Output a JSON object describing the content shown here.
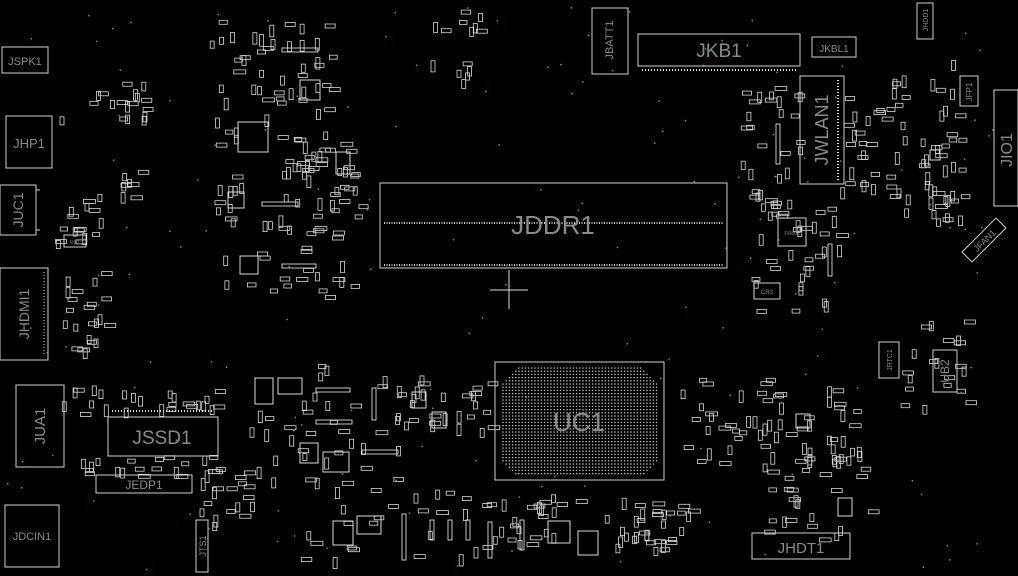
{
  "board": {
    "background": "#000000",
    "outline_color": "#cfcfcf",
    "label_color": "#8a8a8a",
    "via_color": "#1aa3a3"
  },
  "components": {
    "jspk1": "JSPK1",
    "jhp1": "JHP1",
    "juc1": "JUC1",
    "jhdmi1": "JHDMI1",
    "jua1": "JUA1",
    "jdcin1": "JDCIN1",
    "jssd1": "JSSD1",
    "jedp1": "JEDP1",
    "jts1": "JTS1",
    "jbatt1": "JBATT1",
    "jkb1": "JKB1",
    "jkbl1": "JKBL1",
    "jhdd1": "JHDD1",
    "jfp1": "JFP1",
    "jwlan1": "JWLAN1",
    "jio1": "JIO1",
    "jfan1": "JFAN1",
    "jddr1": "JDDR1",
    "uc1": "UC1",
    "jrtc1": "JRTC1",
    "ub2": "UB2",
    "jhdt1": "JHDT1",
    "uu1": "UU1",
    "pu801": "PU801",
    "cr3": "CR3"
  }
}
